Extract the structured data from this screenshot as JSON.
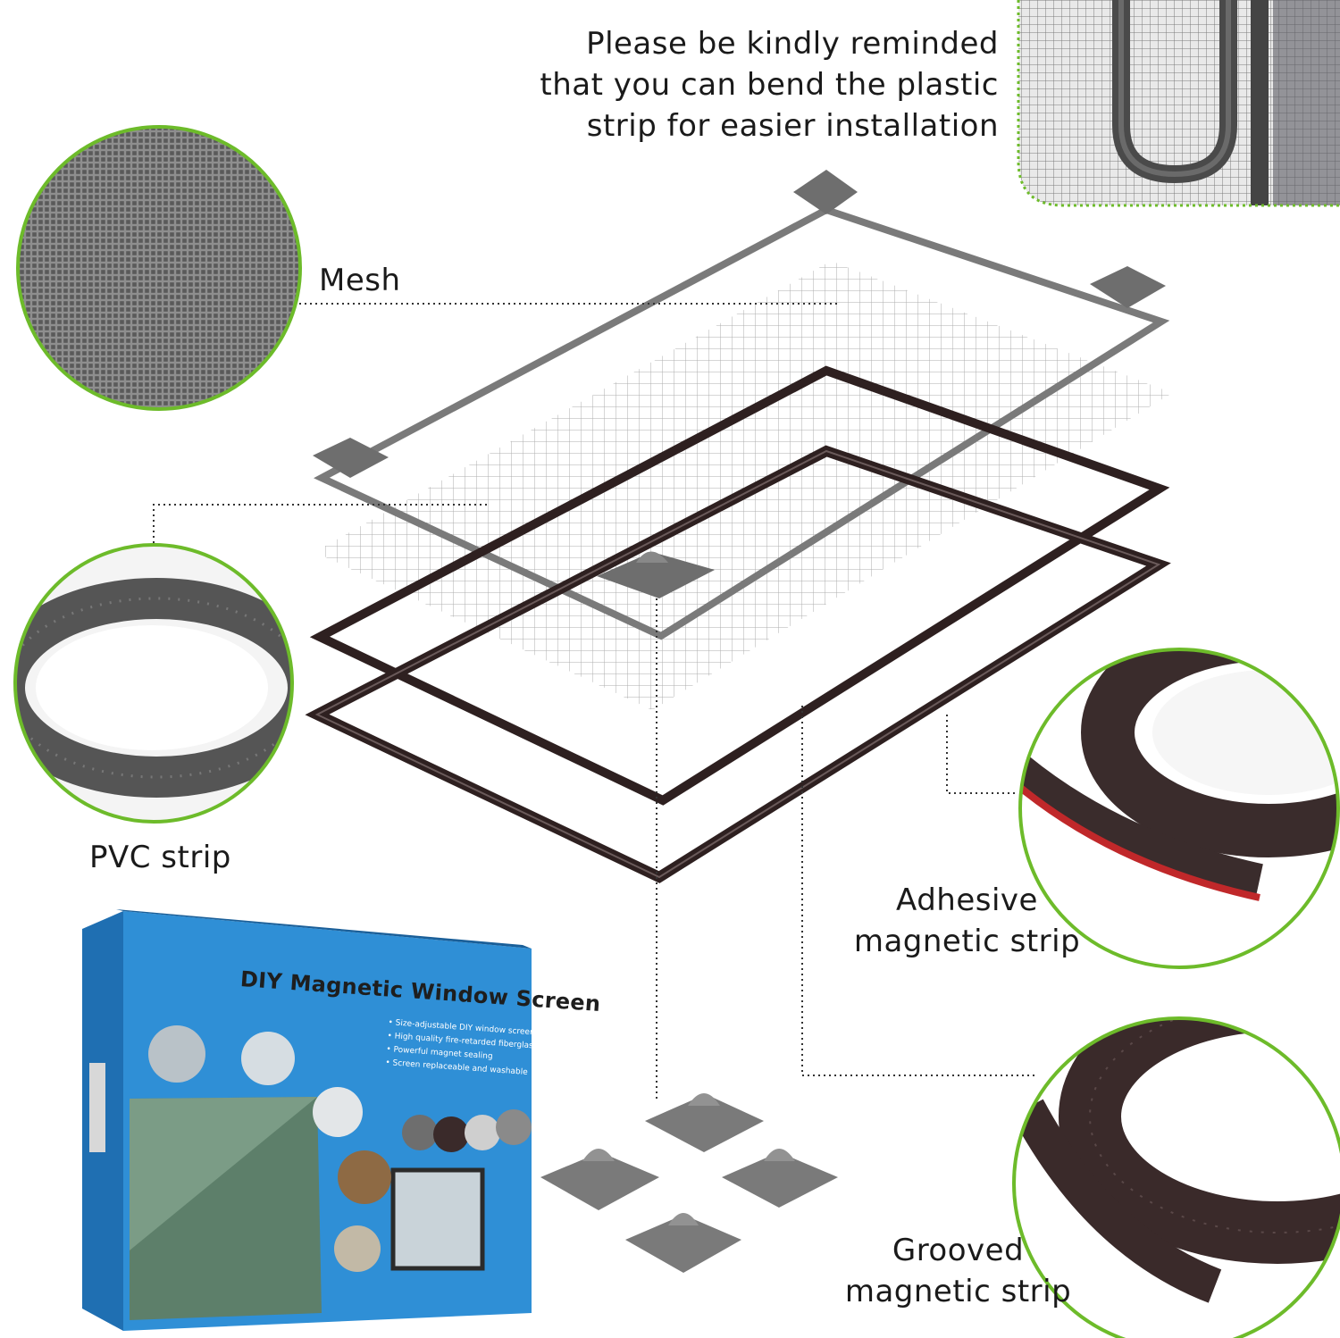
{
  "labels": {
    "reminder": [
      "Please be kindly reminded",
      "that you can bend the plastic",
      "strip for easier installation"
    ],
    "mesh": "Mesh",
    "pvc_strip": "PVC strip",
    "adhesive": [
      "Adhesive",
      "magnetic strip"
    ],
    "grooved": [
      "Grooved",
      "magnetic strip"
    ]
  },
  "box": {
    "title": "DIY Magnetic Window Screen",
    "bullets": [
      "Size-adjustable DIY window screen",
      "High quality fire-retarded fiberglass mesh",
      "Powerful magnet sealing",
      "Screen replaceable and washable"
    ]
  },
  "colors": {
    "circle_border": "#6dbb2a",
    "frame_gray": "#7a7a7a",
    "magnet_brown": "#3a2a2a",
    "adhesive_red": "#c0282a",
    "box_blue": "#2f8fd6"
  },
  "icons": [
    "mesh-closeup-icon",
    "pvc-strip-roll-icon",
    "adhesive-strip-roll-icon",
    "grooved-strip-roll-icon",
    "corner-connector-icon"
  ]
}
